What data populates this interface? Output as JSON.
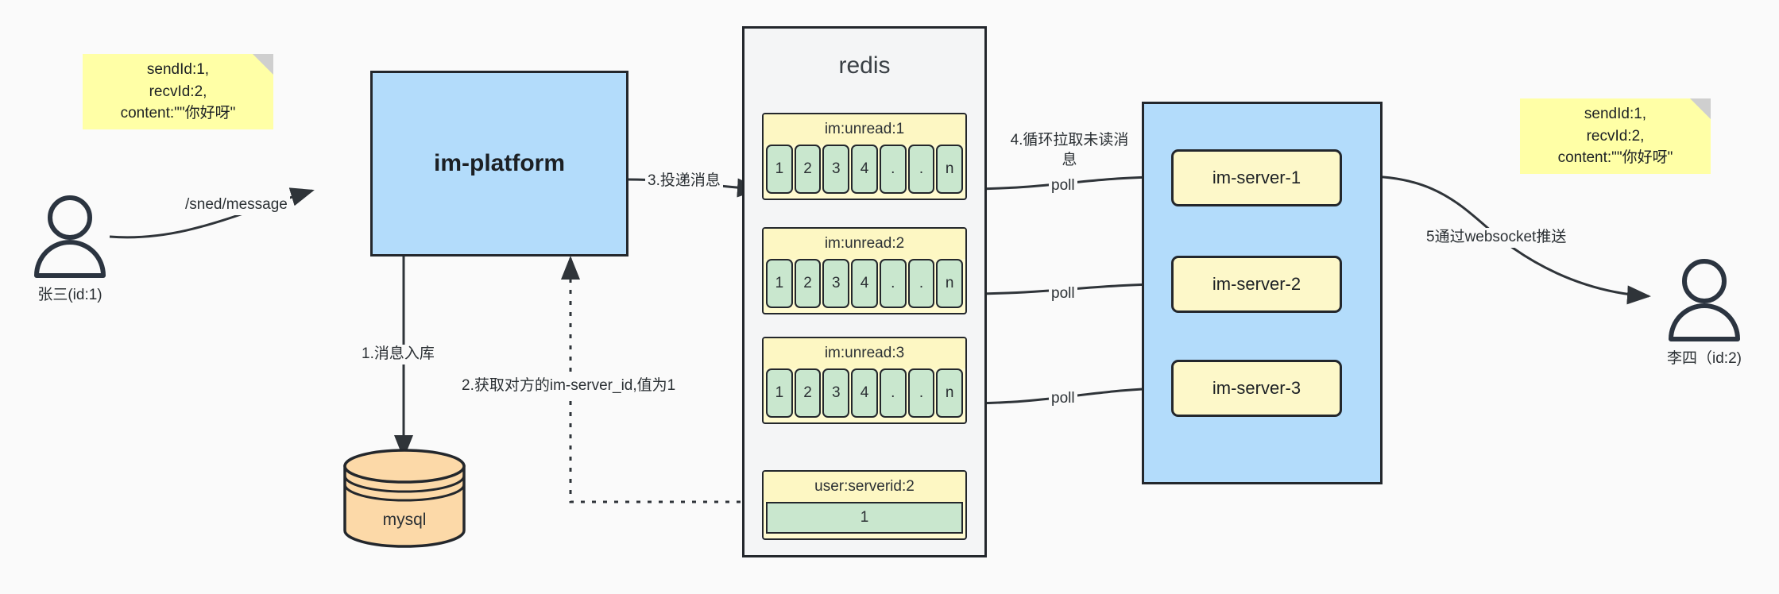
{
  "diagram": {
    "title": "IM message delivery architecture",
    "colors": {
      "note": "#ffffa6",
      "service_box": "#b3dcfb",
      "redis_container": "#f4f5f6",
      "redis_key_header": "#fdf7c3",
      "redis_cell": "#c9e7ce",
      "server_chip": "#fdf8c9",
      "database": "#fcd9a8",
      "stroke": "#23272c"
    }
  },
  "notes": {
    "left": "sendId:1,\nrecvId:2,\ncontent:\"\"你好呀\"",
    "right": "sendId:1,\nrecvId:2,\ncontent:\"\"你好呀\""
  },
  "actors": {
    "sender": {
      "caption": "张三(id:1)",
      "icon": "user-icon"
    },
    "receiver": {
      "caption": "李四（id:2)",
      "icon": "user-icon"
    }
  },
  "services": {
    "platform": {
      "label": "im-platform"
    },
    "database": {
      "label": "mysql",
      "icon": "database-cylinder-icon"
    }
  },
  "redis": {
    "title": "redis",
    "keys": [
      {
        "name": "im:unread:1",
        "cells": [
          "1",
          "2",
          "3",
          "4",
          ".",
          ".",
          "n"
        ]
      },
      {
        "name": "im:unread:2",
        "cells": [
          "1",
          "2",
          "3",
          "4",
          ".",
          ".",
          "n"
        ]
      },
      {
        "name": "im:unread:3",
        "cells": [
          "1",
          "2",
          "3",
          "4",
          ".",
          ".",
          "n"
        ]
      }
    ],
    "kv": {
      "name": "user:serverid:2",
      "value": "1"
    }
  },
  "server_cluster": {
    "servers": [
      {
        "label": "im-server-1"
      },
      {
        "label": "im-server-2"
      },
      {
        "label": "im-server-3"
      }
    ]
  },
  "edges": {
    "send_message": "/sned/message",
    "step1_persist": "1.消息入库",
    "step2_lookup": "2.获取对方的im-server_id,值为1",
    "step3_deliver": "3.投递消息",
    "step4_poll": "4.循环拉取未读消\n息",
    "poll_1": "poll",
    "poll_2": "poll",
    "poll_3": "poll",
    "step5_push": "5通过websocket推送"
  }
}
